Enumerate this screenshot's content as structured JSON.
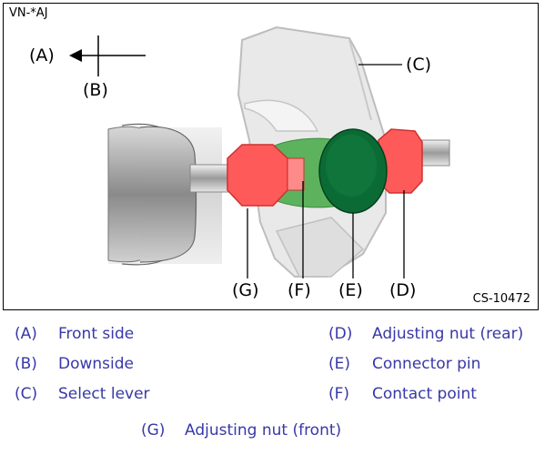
{
  "figure": {
    "doc_code": "VN-*AJ",
    "figure_id": "CS-10472",
    "callouts": {
      "A": "(A)",
      "B": "(B)",
      "C": "(C)",
      "D": "(D)",
      "E": "(E)",
      "F": "(F)",
      "G": "(G)"
    }
  },
  "legend": [
    {
      "key": "(A)",
      "label": "Front side"
    },
    {
      "key": "(B)",
      "label": "Downside"
    },
    {
      "key": "(C)",
      "label": "Select lever"
    },
    {
      "key": "(D)",
      "label": "Adjusting nut (rear)"
    },
    {
      "key": "(E)",
      "label": "Connector pin"
    },
    {
      "key": "(F)",
      "label": "Contact point"
    },
    {
      "key": "(G)",
      "label": "Adjusting nut (front)"
    }
  ],
  "colors": {
    "nut": "#ff5a5a",
    "pin": "#0b6b35",
    "contact": "#5db35d",
    "lever": "#e6e6e6",
    "legend_text": "#3838a8"
  }
}
